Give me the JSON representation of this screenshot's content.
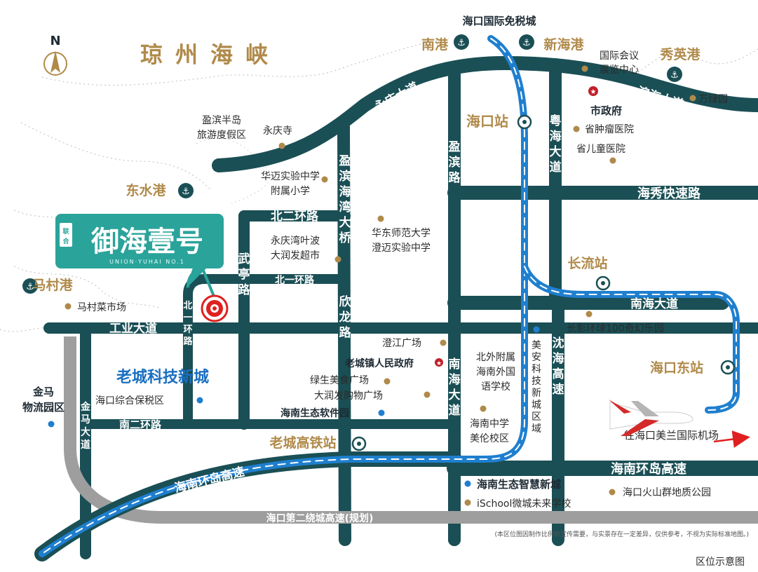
{
  "sea": "琼州海峡",
  "compass": "N",
  "brand": {
    "badge": "联合",
    "name": "御海壹号",
    "sub": "UNION·YUHAI NO.1"
  },
  "roads": {
    "yongqing": "永庆大道",
    "binhai": "滨海大道",
    "yinghai": "盈滨海湾大桥",
    "yingbin": "盈滨路",
    "yuehai": "粤海大道",
    "haixiu": "海秀快速路",
    "beier": "北二环路",
    "beiyi": "北一环路",
    "wuting": "武亭路",
    "beiyi_v": "北一环路",
    "xinlong": "欣龙路",
    "gongye": "工业大道",
    "nanhai": "南海大道",
    "nanhai_v": "南海大道",
    "shenhai": "沈海高速",
    "jinma": "金马大道",
    "naner": "南二环路",
    "huandao1": "海南环岛高速",
    "huandao2": "海南环岛高速",
    "second_ring": "海口第二绕城高速(规划)"
  },
  "places": {
    "dutyfree": "海口国际免税城",
    "nangang": "南港",
    "xinhaigang": "新海港",
    "xiuyinggang": "秀英港",
    "convention": "国际会议\n展览中心",
    "wanlvyuan": "万绿园",
    "gov": "市政府",
    "tumor": "省肿瘤医院",
    "children": "省儿童医院",
    "haikou_st": "海口站",
    "yingbin_resort": "盈滨半岛\n旅游度假区",
    "yongqing_temple": "永庆寺",
    "huamai": "华迈实验中学\n附属小学",
    "dongshui": "东水港",
    "huadong": "华东师范大学\n澄迈实验中学",
    "yeqingbo": "永庆湾叶波\n大润发超市",
    "macun_port": "马村港",
    "macun_market": "马村菜市场",
    "changliu": "长流站",
    "tech_city": "老城科技新城",
    "chengjiang": "澄江广场",
    "laocheng_gov": "老城镇人民政府",
    "lvsheng": "绿生美食广场",
    "runfa": "大润发购物广场",
    "beiwai": "北外附属\n海南外国\n语学校",
    "meian": "美安科技新城区域",
    "changying": "长影环球100奇幻乐园",
    "haikou_east": "海口东站",
    "jinma_logistics": "金马\n物流园区",
    "bonded": "海口综合保税区",
    "software": "海南生态软件园",
    "hnzx": "海南中学\n美伦校区",
    "airport": "往海口美兰国际机场",
    "laocheng_rail": "老城高铁站",
    "smart_city": "海南生态智慧新城",
    "volcano": "海口火山群地质公园",
    "ischool": "iSchool微城未来学校"
  },
  "disclaimer": "(本区位图因制作比例和宣传需要，与实景存在一定差异，仅供参考，不视为实际标准地图。)",
  "caption": "区位示意图",
  "colors": {
    "road": "#1a4f55",
    "rail": "#1f7fcf",
    "gold": "#b08a4a",
    "brand": "#2aa39a",
    "target": "#e02020"
  }
}
